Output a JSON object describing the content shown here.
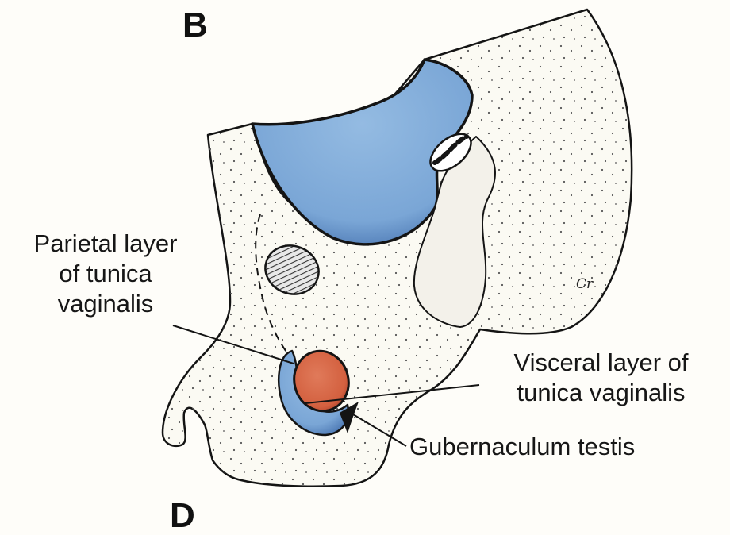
{
  "panel_letters": {
    "top": "B",
    "bottom": "D"
  },
  "labels": {
    "parietal": [
      "Parietal layer",
      "of tunica",
      "vaginalis"
    ],
    "visceral": [
      "Visceral layer of",
      "tunica vaginalis"
    ],
    "gubernaculum": "Gubernaculum testis"
  },
  "signature": "Cr",
  "colors": {
    "background": "#fefdf9",
    "tissue": "#fbfaf3",
    "outline": "#141414",
    "cavity_blue": "#7fa9d6",
    "cavity_blue_dark": "#5c86c0",
    "testis_red": "#d9674a",
    "testis_red_dark": "#b8452c",
    "tunica_blue": "#8db4dc"
  }
}
